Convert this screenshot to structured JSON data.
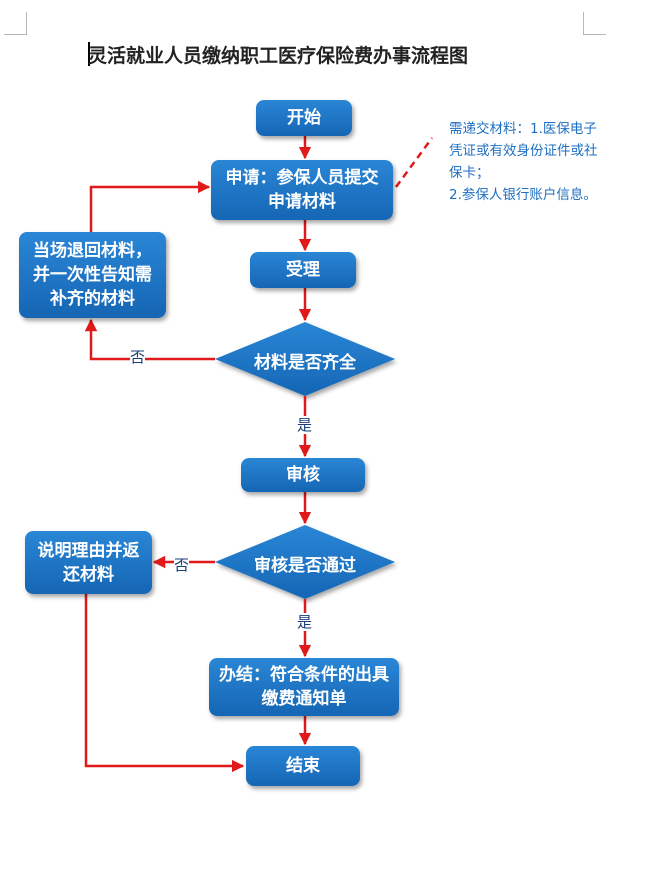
{
  "title": "灵活就业人员缴纳职工医疗保险费办事流程图",
  "nodes": {
    "start": "开始",
    "apply": "申请：参保人员提交申请材料",
    "accept": "受理",
    "check_complete": "材料是否齐全",
    "return_materials": "当场退回材料，并一次性告知需补齐的材料",
    "review": "审核",
    "review_passed": "审核是否通过",
    "explain_return": "说明理由并返还材料",
    "finish": "办结：符合条件的出具缴费通知单",
    "end": "结束"
  },
  "edge_labels": {
    "complete_no": "否",
    "complete_yes": "是",
    "passed_no": "否",
    "passed_yes": "是"
  },
  "note": {
    "line1": "需递交材料：1.医保电子凭证或有效身份证件或社保卡；",
    "line2": "2.参保人银行账户信息。"
  },
  "colors": {
    "node_fill": "#1a72c4",
    "arrow": "#e0191b",
    "note_text": "#1e6fc2",
    "edge_label_text": "#1a3e7a"
  }
}
